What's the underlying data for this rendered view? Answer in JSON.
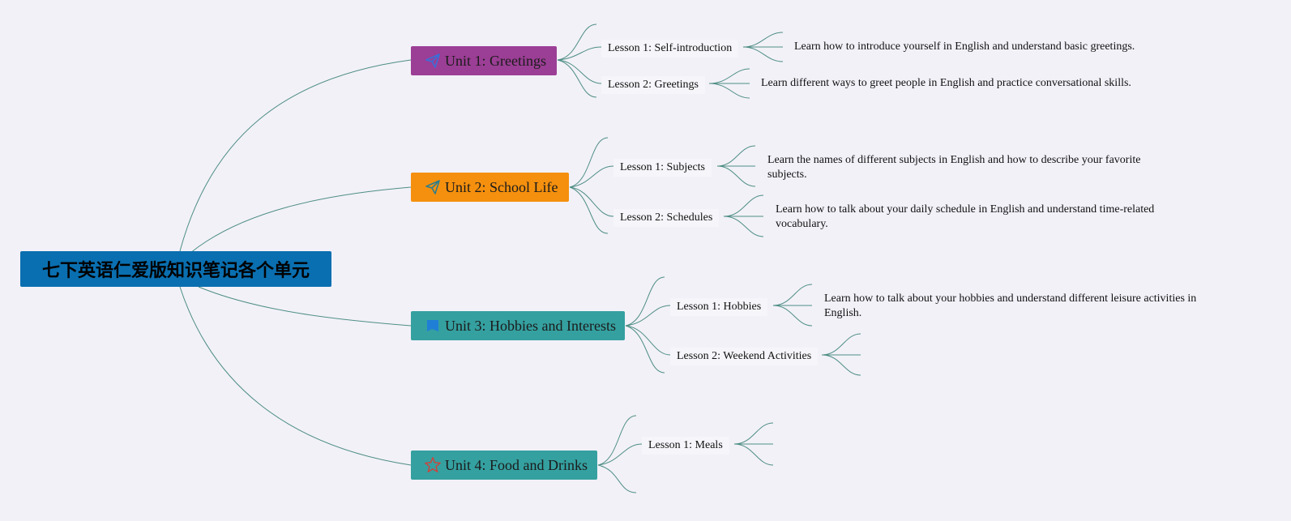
{
  "root": {
    "title": "七下英语仁爱版知识笔记各个单元"
  },
  "units": [
    {
      "label": "Unit 1: Greetings",
      "color": "#9b3e95",
      "icon": "paper-plane-icon",
      "lessons": [
        {
          "label": "Lesson 1: Self-introduction",
          "description": "Learn how to introduce yourself in English and understand basic greetings."
        },
        {
          "label": "Lesson 2: Greetings",
          "description": "Learn different ways to greet people in English and practice conversational skills."
        }
      ]
    },
    {
      "label": "Unit 2: School Life",
      "color": "#f5900e",
      "icon": "paper-plane-icon",
      "lessons": [
        {
          "label": "Lesson 1: Subjects",
          "description": "Learn the names of different subjects in English and how to describe your favorite subjects."
        },
        {
          "label": "Lesson 2: Schedules",
          "description": "Learn how to talk about your daily schedule in English and understand time-related vocabulary."
        }
      ]
    },
    {
      "label": "Unit 3: Hobbies and Interests",
      "color": "#35a0a0",
      "icon": "flag-icon",
      "lessons": [
        {
          "label": "Lesson 1: Hobbies",
          "description": "Learn how to talk about your hobbies and understand different leisure activities in English."
        },
        {
          "label": "Lesson 2: Weekend Activities",
          "description": ""
        }
      ]
    },
    {
      "label": "Unit 4: Food and Drinks",
      "color": "#35a0a0",
      "icon": "star-icon",
      "lessons": [
        {
          "label": "Lesson 1: Meals",
          "description": ""
        }
      ]
    }
  ]
}
